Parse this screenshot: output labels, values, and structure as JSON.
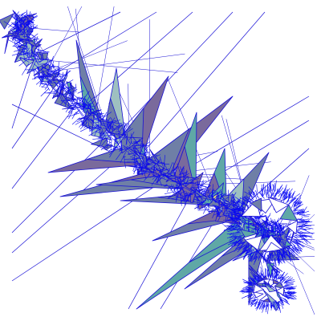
{
  "render": {
    "kind": "triangulated-mesh",
    "colors": {
      "background": "#ffffff",
      "edge": "#1a12d6",
      "dense_edge": "#0a0af2",
      "fill_slate": "#6f7fa6",
      "fill_teal": "#5fa8a6",
      "fill_purple": "#7a6a9c",
      "fill_light": "#9ec0c0",
      "fill_yellow": "#e6e06a"
    },
    "fill_mix": [
      "fill_slate",
      "fill_slate",
      "fill_slate",
      "fill_teal",
      "fill_purple",
      "fill_light"
    ]
  }
}
